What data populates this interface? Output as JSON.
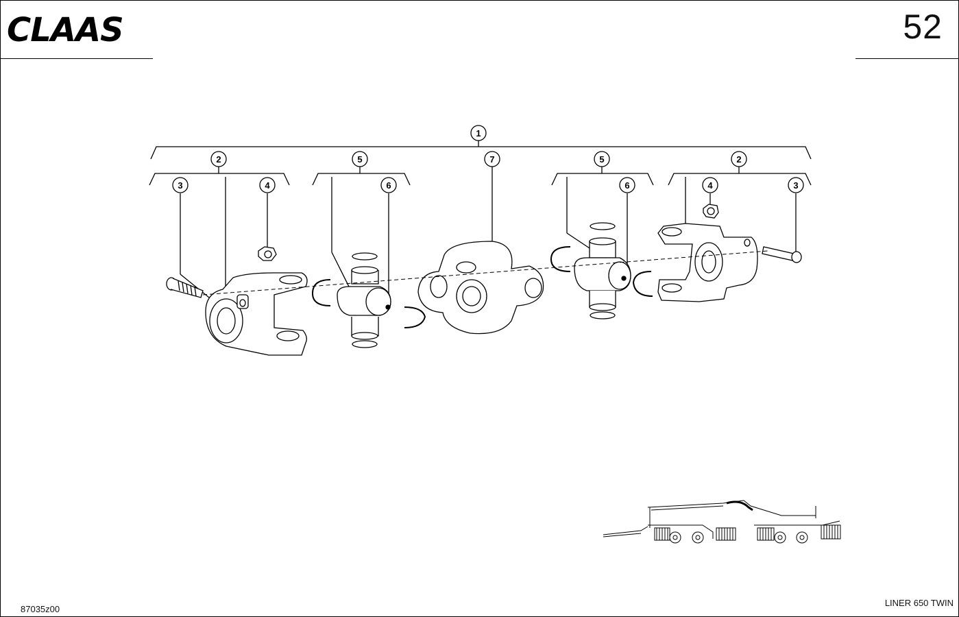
{
  "header": {
    "logo_text": "CLAAS",
    "page_number": "52"
  },
  "diagram": {
    "callouts": [
      "1",
      "2",
      "3",
      "4",
      "5",
      "6",
      "7"
    ]
  },
  "footer": {
    "drawing_code": "87035z00",
    "model": "LINER 650 TWIN"
  }
}
